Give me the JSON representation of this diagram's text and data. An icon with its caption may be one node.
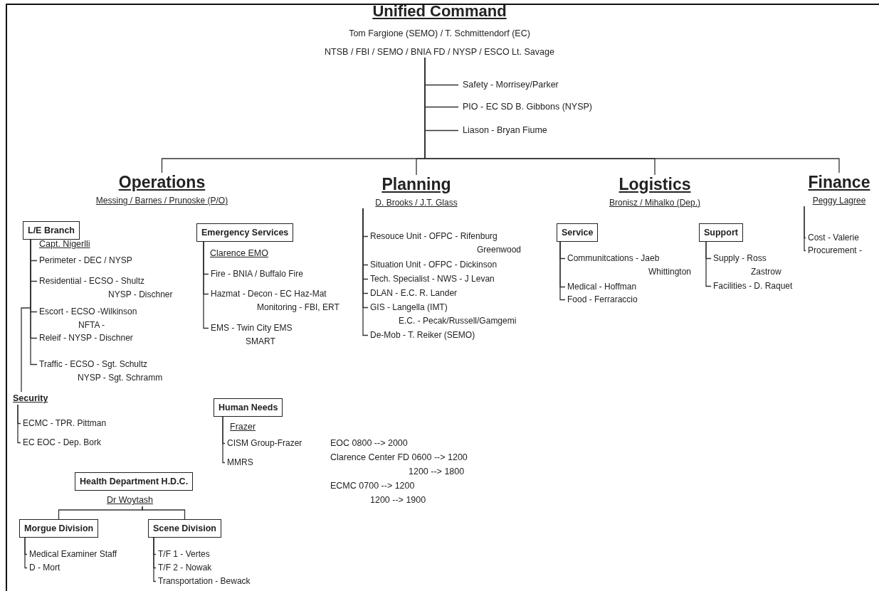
{
  "diagram": {
    "nodes": [
      {
        "text": [
          "Unified Command",
          "Tom Fargione (SEMO) / T. Schmittendorf (EC)",
          "NTSB / FBI / SEMO / BNIA FD / NYSP / ESCO Lt. Savage"
        ]
      },
      {
        "text": [
          "Safety - Morrisey/Parker"
        ]
      },
      {
        "text": [
          "PIO - EC SD B. Gibbons (NYSP)"
        ]
      },
      {
        "text": [
          "Liason - Bryan Fiume"
        ]
      },
      {
        "text": [
          "Operations",
          "Messing / Barnes / Prunoske (P/O)"
        ]
      },
      {
        "text": [
          "Planning",
          "D. Brooks / J.T. Glass"
        ]
      },
      {
        "text": [
          "Logistics",
          "Bronisz / Mihalko (Dep.)"
        ]
      },
      {
        "text": [
          "Finance",
          "Peggy Lagree"
        ]
      },
      {
        "text": [
          "L/E Branch"
        ],
        "beside": [
          "Capt. Nigerlli"
        ]
      },
      {
        "text": [
          "Perimeter - DEC / NYSP"
        ]
      },
      {
        "text": [
          "Residential - ECSO - Shultz NYSP - Dischner"
        ]
      },
      {
        "text": [
          "Escort - ECSO -Wilkinson NFTA -"
        ]
      },
      {
        "text": [
          "Releif - NYSP - Dischner"
        ]
      },
      {
        "text": [
          "Traffic - ECSO - Sgt. Schultz NYSP - Sgt. Schramm"
        ]
      },
      {
        "text": [
          "Emergency Services"
        ],
        "beside": [
          "Clarence EMO"
        ]
      },
      {
        "text": [
          "Fire - BNIA / Buffalo Fire"
        ]
      },
      {
        "text": [
          "Hazmat - Decon - EC Haz-Mat Monitoring - FBI, ERT"
        ]
      },
      {
        "text": [
          "EMS - Twin City EMS SMART"
        ]
      },
      {
        "text": [
          "Resouce Unit - OFPC - Rifenburg Greenwood"
        ]
      },
      {
        "text": [
          "Situation Unit - OFPC - Dickinson"
        ]
      },
      {
        "text": [
          "Tech. Specialist - NWS - J Levan"
        ]
      },
      {
        "text": [
          "DLAN - E.C. R. Lander"
        ]
      },
      {
        "text": [
          "GIS - Langella (IMT) E.C. - Pecak/Russell/Gamgemi"
        ]
      },
      {
        "text": [
          "De-Mob - T. Reiker (SEMO)"
        ]
      },
      {
        "text": [
          "Service"
        ]
      },
      {
        "text": [
          "Communitcations - Jaeb Whittington"
        ]
      },
      {
        "text": [
          "Medical - Hoffman"
        ]
      },
      {
        "text": [
          "Food - Ferraraccio"
        ]
      },
      {
        "text": [
          "Support"
        ]
      },
      {
        "text": [
          "Supply - Ross Zastrow"
        ]
      },
      {
        "text": [
          "Facilities - D. Raquet"
        ]
      },
      {
        "text": [
          "Cost - Valerie"
        ]
      },
      {
        "text": [
          "Procurement -"
        ]
      },
      {
        "text": [
          "Security"
        ]
      },
      {
        "text": [
          "ECMC - TPR. Pittman"
        ]
      },
      {
        "text": [
          "EC EOC - Dep. Bork"
        ]
      },
      {
        "text": [
          "Human Needs"
        ],
        "beside": [
          "Frazer"
        ]
      },
      {
        "text": [
          "CISM Group-Frazer"
        ]
      },
      {
        "text": [
          "MMRS"
        ]
      },
      {
        "text": [
          "Health Department H.D.C."
        ],
        "beside": [
          "Dr Woytash"
        ]
      },
      {
        "text": [
          "Morgue Division"
        ]
      },
      {
        "text": [
          "Medical Examiner Staff"
        ]
      },
      {
        "text": [
          "D - Mort"
        ]
      },
      {
        "text": [
          "Scene Division"
        ]
      },
      {
        "text": [
          "T/F 1 - Vertes"
        ]
      },
      {
        "text": [
          "T/F 2 - Nowak"
        ]
      },
      {
        "text": [
          "Transportation - Bewack"
        ]
      }
    ],
    "edges": [
      {
        "from": 0,
        "to": 1,
        "arrow": "none"
      },
      {
        "from": 0,
        "to": 2,
        "arrow": "none"
      },
      {
        "from": 0,
        "to": 3,
        "arrow": "none"
      },
      {
        "from": 0,
        "to": 4,
        "arrow": "none"
      },
      {
        "from": 0,
        "to": 5,
        "arrow": "none"
      },
      {
        "from": 0,
        "to": 6,
        "arrow": "none"
      },
      {
        "from": 0,
        "to": 7,
        "arrow": "none"
      },
      {
        "from": 8,
        "to": 9,
        "arrow": "none"
      },
      {
        "from": 8,
        "to": 10,
        "arrow": "none"
      },
      {
        "from": 8,
        "to": 11,
        "arrow": "none"
      },
      {
        "from": 8,
        "to": 12,
        "arrow": "none"
      },
      {
        "from": 8,
        "to": 13,
        "arrow": "none"
      },
      {
        "from": 8,
        "to": 33,
        "arrow": "none"
      },
      {
        "from": 14,
        "to": 15,
        "arrow": "none"
      },
      {
        "from": 14,
        "to": 16,
        "arrow": "none"
      },
      {
        "from": 14,
        "to": 17,
        "arrow": "none"
      },
      {
        "from": 5,
        "to": 18,
        "arrow": "none"
      },
      {
        "from": 5,
        "to": 19,
        "arrow": "none"
      },
      {
        "from": 5,
        "to": 20,
        "arrow": "none"
      },
      {
        "from": 5,
        "to": 21,
        "arrow": "none"
      },
      {
        "from": 5,
        "to": 22,
        "arrow": "none"
      },
      {
        "from": 5,
        "to": 23,
        "arrow": "none"
      },
      {
        "from": 24,
        "to": 25,
        "arrow": "none"
      },
      {
        "from": 24,
        "to": 26,
        "arrow": "none"
      },
      {
        "from": 24,
        "to": 27,
        "arrow": "none"
      },
      {
        "from": 28,
        "to": 29,
        "arrow": "none"
      },
      {
        "from": 28,
        "to": 30,
        "arrow": "none"
      },
      {
        "from": 7,
        "to": 31,
        "arrow": "none"
      },
      {
        "from": 7,
        "to": 32,
        "arrow": "none"
      },
      {
        "from": 33,
        "to": 34,
        "arrow": "none"
      },
      {
        "from": 33,
        "to": 35,
        "arrow": "none"
      },
      {
        "from": 36,
        "to": 37,
        "arrow": "none"
      },
      {
        "from": 36,
        "to": 38,
        "arrow": "none"
      },
      {
        "from": 39,
        "to": 40,
        "arrow": "none"
      },
      {
        "from": 39,
        "to": 43,
        "arrow": "none"
      },
      {
        "from": 40,
        "to": 41,
        "arrow": "none"
      },
      {
        "from": 40,
        "to": 42,
        "arrow": "none"
      },
      {
        "from": 43,
        "to": 44,
        "arrow": "none"
      },
      {
        "from": 43,
        "to": 45,
        "arrow": "none"
      },
      {
        "from": 43,
        "to": 46,
        "arrow": "none"
      }
    ],
    "labels": [
      "EOC 0800 --> 2000",
      "Clarence Center FD 0600 --> 1200",
      "1200 --> 1800",
      "ECMC 0700 --> 1200",
      "1200 --> 1900"
    ]
  }
}
